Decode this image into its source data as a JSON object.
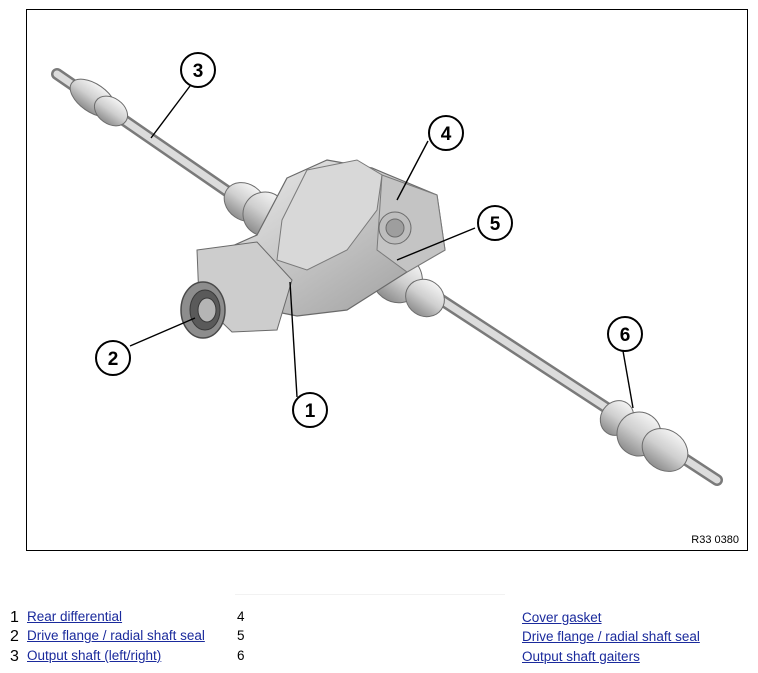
{
  "figure": {
    "reference": "R33 0380"
  },
  "callouts": [
    "1",
    "2",
    "3",
    "4",
    "5",
    "6"
  ],
  "legend": {
    "left": [
      {
        "num": "1",
        "label": "Rear differential"
      },
      {
        "num": "2",
        "label": "Drive flange / radial shaft seal"
      },
      {
        "num": "3",
        "label": "Output shaft (left/right)"
      }
    ],
    "right": [
      {
        "num": "4",
        "label": "Cover gasket"
      },
      {
        "num": "5",
        "label": "Drive flange / radial shaft seal"
      },
      {
        "num": "6",
        "label": "Output shaft gaiters"
      }
    ]
  }
}
